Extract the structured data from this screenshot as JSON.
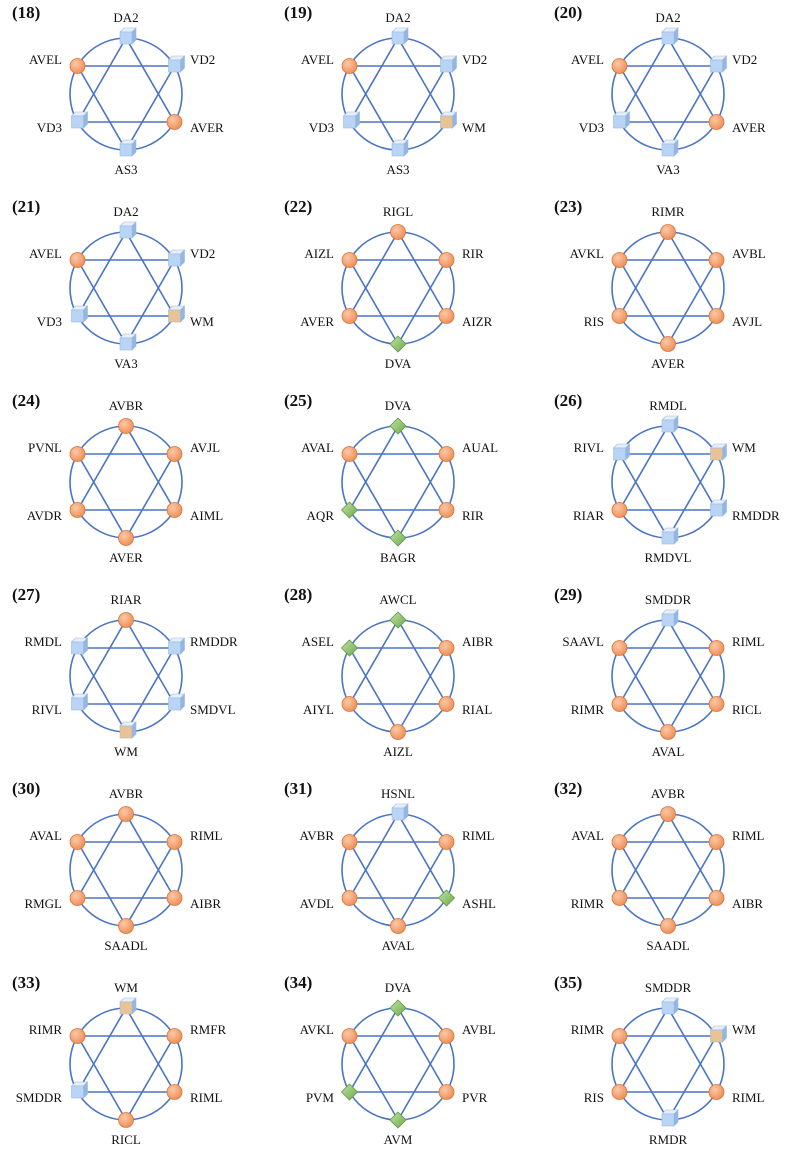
{
  "colors": {
    "edge": "#4a74c4",
    "neuron_orange": "#ef8c54",
    "neuron_blue": "#b9d4f5",
    "neuron_green": "#8dc46a",
    "neuron_tan": "#e9c394"
  },
  "legend_shapes": {
    "circle": "orange circle",
    "cube": "light-blue cube",
    "diamond": "green diamond",
    "tan": "tan square"
  },
  "panels": [
    {
      "number": "(18)",
      "nodes": [
        {
          "label": "DA2",
          "shape": "cube"
        },
        {
          "label": "VD2",
          "shape": "cube"
        },
        {
          "label": "AVER",
          "shape": "circle"
        },
        {
          "label": "AS3",
          "shape": "cube"
        },
        {
          "label": "VD3",
          "shape": "cube"
        },
        {
          "label": "AVEL",
          "shape": "circle"
        }
      ]
    },
    {
      "number": "(19)",
      "nodes": [
        {
          "label": "DA2",
          "shape": "cube"
        },
        {
          "label": "VD2",
          "shape": "cube"
        },
        {
          "label": "WM",
          "shape": "tan"
        },
        {
          "label": "AS3",
          "shape": "cube"
        },
        {
          "label": "VD3",
          "shape": "cube"
        },
        {
          "label": "AVEL",
          "shape": "circle"
        }
      ]
    },
    {
      "number": "(20)",
      "nodes": [
        {
          "label": "DA2",
          "shape": "cube"
        },
        {
          "label": "VD2",
          "shape": "cube"
        },
        {
          "label": "AVER",
          "shape": "circle"
        },
        {
          "label": "VA3",
          "shape": "cube"
        },
        {
          "label": "VD3",
          "shape": "cube"
        },
        {
          "label": "AVEL",
          "shape": "circle"
        }
      ]
    },
    {
      "number": "(21)",
      "nodes": [
        {
          "label": "DA2",
          "shape": "cube"
        },
        {
          "label": "VD2",
          "shape": "cube"
        },
        {
          "label": "WM",
          "shape": "tan"
        },
        {
          "label": "VA3",
          "shape": "cube"
        },
        {
          "label": "VD3",
          "shape": "cube"
        },
        {
          "label": "AVEL",
          "shape": "circle"
        }
      ]
    },
    {
      "number": "(22)",
      "nodes": [
        {
          "label": "RIGL",
          "shape": "circle"
        },
        {
          "label": "RIR",
          "shape": "circle"
        },
        {
          "label": "AIZR",
          "shape": "circle"
        },
        {
          "label": "DVA",
          "shape": "diamond"
        },
        {
          "label": "AVER",
          "shape": "circle"
        },
        {
          "label": "AIZL",
          "shape": "circle"
        }
      ]
    },
    {
      "number": "(23)",
      "nodes": [
        {
          "label": "RIMR",
          "shape": "circle"
        },
        {
          "label": "AVBL",
          "shape": "circle"
        },
        {
          "label": "AVJL",
          "shape": "circle"
        },
        {
          "label": "AVER",
          "shape": "circle"
        },
        {
          "label": "RIS",
          "shape": "circle"
        },
        {
          "label": "AVKL",
          "shape": "circle"
        }
      ]
    },
    {
      "number": "(24)",
      "nodes": [
        {
          "label": "AVBR",
          "shape": "circle"
        },
        {
          "label": "AVJL",
          "shape": "circle"
        },
        {
          "label": "AIML",
          "shape": "circle"
        },
        {
          "label": "AVER",
          "shape": "circle"
        },
        {
          "label": "AVDR",
          "shape": "circle"
        },
        {
          "label": "PVNL",
          "shape": "circle"
        }
      ]
    },
    {
      "number": "(25)",
      "nodes": [
        {
          "label": "DVA",
          "shape": "diamond"
        },
        {
          "label": "AUAL",
          "shape": "circle"
        },
        {
          "label": "RIR",
          "shape": "circle"
        },
        {
          "label": "BAGR",
          "shape": "diamond"
        },
        {
          "label": "AQR",
          "shape": "diamond"
        },
        {
          "label": "AVAL",
          "shape": "circle"
        }
      ]
    },
    {
      "number": "(26)",
      "nodes": [
        {
          "label": "RMDL",
          "shape": "cube"
        },
        {
          "label": "WM",
          "shape": "tan"
        },
        {
          "label": "RMDDR",
          "shape": "cube"
        },
        {
          "label": "RMDVL",
          "shape": "cube"
        },
        {
          "label": "RIAR",
          "shape": "circle"
        },
        {
          "label": "RIVL",
          "shape": "cube"
        }
      ]
    },
    {
      "number": "(27)",
      "nodes": [
        {
          "label": "RIAR",
          "shape": "circle"
        },
        {
          "label": "RMDDR",
          "shape": "cube"
        },
        {
          "label": "SMDVL",
          "shape": "cube"
        },
        {
          "label": "WM",
          "shape": "tan"
        },
        {
          "label": "RIVL",
          "shape": "cube"
        },
        {
          "label": "RMDL",
          "shape": "cube"
        }
      ]
    },
    {
      "number": "(28)",
      "nodes": [
        {
          "label": "AWCL",
          "shape": "diamond"
        },
        {
          "label": "AIBR",
          "shape": "circle"
        },
        {
          "label": "RIAL",
          "shape": "circle"
        },
        {
          "label": "AIZL",
          "shape": "circle"
        },
        {
          "label": "AIYL",
          "shape": "circle"
        },
        {
          "label": "ASEL",
          "shape": "diamond"
        }
      ]
    },
    {
      "number": "(29)",
      "nodes": [
        {
          "label": "SMDDR",
          "shape": "cube"
        },
        {
          "label": "RIML",
          "shape": "circle"
        },
        {
          "label": "RICL",
          "shape": "circle"
        },
        {
          "label": "AVAL",
          "shape": "circle"
        },
        {
          "label": "RIMR",
          "shape": "circle"
        },
        {
          "label": "SAAVL",
          "shape": "circle"
        }
      ]
    },
    {
      "number": "(30)",
      "nodes": [
        {
          "label": "AVBR",
          "shape": "circle"
        },
        {
          "label": "RIML",
          "shape": "circle"
        },
        {
          "label": "AIBR",
          "shape": "circle"
        },
        {
          "label": "SAADL",
          "shape": "circle"
        },
        {
          "label": "RMGL",
          "shape": "circle"
        },
        {
          "label": "AVAL",
          "shape": "circle"
        }
      ]
    },
    {
      "number": "(31)",
      "nodes": [
        {
          "label": "HSNL",
          "shape": "cube"
        },
        {
          "label": "RIML",
          "shape": "circle"
        },
        {
          "label": "ASHL",
          "shape": "diamond"
        },
        {
          "label": "AVAL",
          "shape": "circle"
        },
        {
          "label": "AVDL",
          "shape": "circle"
        },
        {
          "label": "AVBR",
          "shape": "circle"
        }
      ]
    },
    {
      "number": "(32)",
      "nodes": [
        {
          "label": "AVBR",
          "shape": "circle"
        },
        {
          "label": "RIML",
          "shape": "circle"
        },
        {
          "label": "AIBR",
          "shape": "circle"
        },
        {
          "label": "SAADL",
          "shape": "circle"
        },
        {
          "label": "RIMR",
          "shape": "circle"
        },
        {
          "label": "AVAL",
          "shape": "circle"
        }
      ]
    },
    {
      "number": "(33)",
      "nodes": [
        {
          "label": "WM",
          "shape": "tan"
        },
        {
          "label": "RMFR",
          "shape": "circle"
        },
        {
          "label": "RIML",
          "shape": "circle"
        },
        {
          "label": "RICL",
          "shape": "circle"
        },
        {
          "label": "SMDDR",
          "shape": "cube"
        },
        {
          "label": "RIMR",
          "shape": "circle"
        }
      ]
    },
    {
      "number": "(34)",
      "nodes": [
        {
          "label": "DVA",
          "shape": "diamond"
        },
        {
          "label": "AVBL",
          "shape": "circle"
        },
        {
          "label": "PVR",
          "shape": "circle"
        },
        {
          "label": "AVM",
          "shape": "diamond"
        },
        {
          "label": "PVM",
          "shape": "diamond"
        },
        {
          "label": "AVKL",
          "shape": "circle"
        }
      ]
    },
    {
      "number": "(35)",
      "nodes": [
        {
          "label": "SMDDR",
          "shape": "cube"
        },
        {
          "label": "WM",
          "shape": "tan"
        },
        {
          "label": "RIML",
          "shape": "circle"
        },
        {
          "label": "RMDR",
          "shape": "cube"
        },
        {
          "label": "RIS",
          "shape": "circle"
        },
        {
          "label": "RIMR",
          "shape": "circle"
        }
      ]
    }
  ]
}
